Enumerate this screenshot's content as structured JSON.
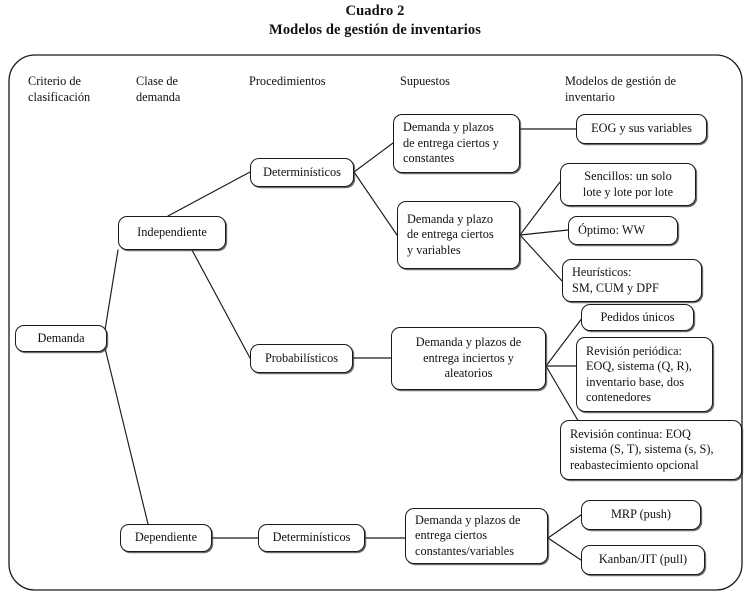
{
  "title": {
    "line1": "Cuadro 2",
    "line2": "Modelos de gestión de inventarios"
  },
  "columns": [
    {
      "id": "criterio",
      "label": "Criterio de\nclasificación"
    },
    {
      "id": "clase",
      "label": "Clase de\ndemanda"
    },
    {
      "id": "procedimientos",
      "label": "Procedimientos"
    },
    {
      "id": "supuestos",
      "label": "Supuestos"
    },
    {
      "id": "modelos",
      "label": "Modelos de gestión de\ninventario"
    }
  ],
  "nodes": {
    "demanda": {
      "label": "Demanda"
    },
    "independiente": {
      "label": "Independiente"
    },
    "dependiente": {
      "label": "Dependiente"
    },
    "det_top": {
      "label": "Determinísticos"
    },
    "probabilisticos": {
      "label": "Probabilísticos"
    },
    "det_bottom": {
      "label": "Determinísticos"
    },
    "sup_ciertos_const": {
      "label": "Demanda y plazos\nde entrega ciertos y\nconstantes"
    },
    "sup_ciertos_var": {
      "label": "Demanda y plazo\nde entrega ciertos\ny variables"
    },
    "sup_inciertos": {
      "label": "Demanda y plazos de\nentrega inciertos y\naleatorios"
    },
    "sup_dep": {
      "label": "Demanda y plazos de\nentrega ciertos\nconstantes/variables"
    },
    "mod_eog": {
      "label": "EOG y sus variables"
    },
    "mod_sencillos": {
      "label": "Sencillos: un solo\nlote y lote por lote"
    },
    "mod_optimo": {
      "label": "Óptimo: WW"
    },
    "mod_heuristicos": {
      "label": "Heurísticos:\nSM, CUM y DPF"
    },
    "mod_pedidos": {
      "label": "Pedidos únicos"
    },
    "mod_rev_periodica": {
      "label": "Revisión periódica:\nEOQ, sistema (Q, R),\ninventario base,  dos\ncontenedores"
    },
    "mod_rev_continua": {
      "label": "Revisión continua: EOQ\nsistema  (S, T), sistema (s, S),\nreabastecimiento opcional"
    },
    "mod_mrp": {
      "label": "MRP (push)"
    },
    "mod_kanban": {
      "label": "Kanban/JIT (pull)"
    }
  },
  "style": {
    "line_color": "#1a1a1a",
    "box_fill": "#ffffff",
    "text_color": "#111111"
  }
}
